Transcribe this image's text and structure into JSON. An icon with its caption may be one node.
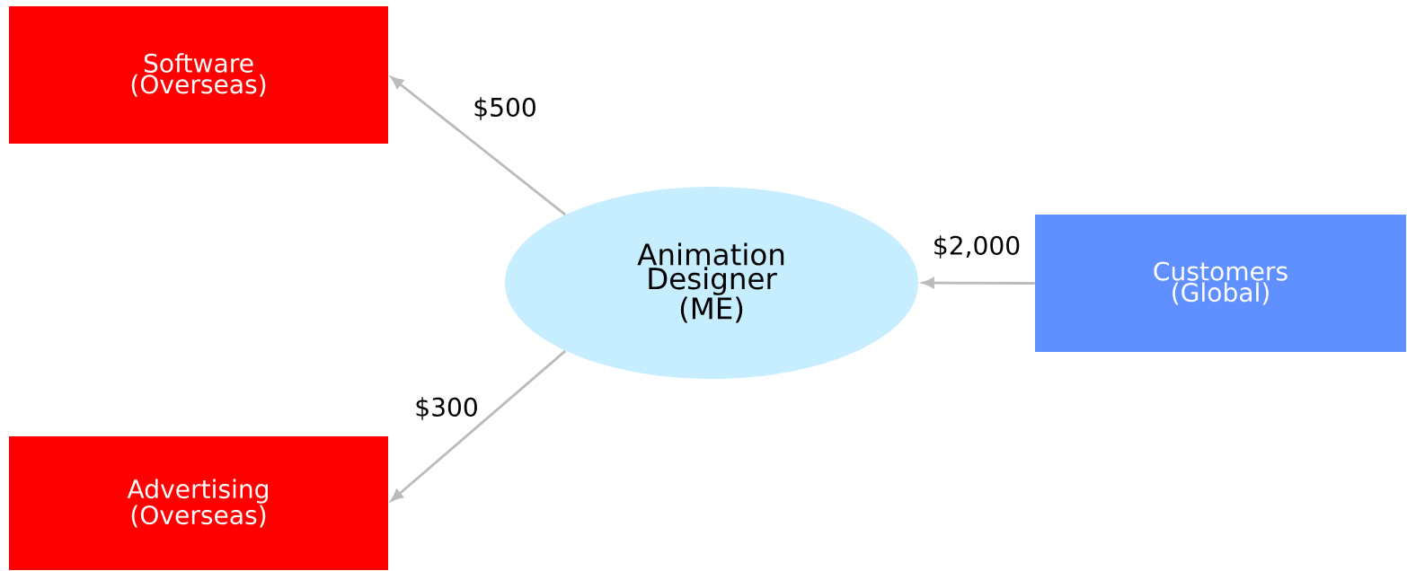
{
  "diagram": {
    "nodes": [
      {
        "text": [
          "Software (Overseas)"
        ]
      },
      {
        "text": [
          "Animation Designer (ME)"
        ]
      },
      {
        "text": [
          "Customers (Global)"
        ]
      },
      {
        "text": [
          "Advertising (Overseas)"
        ]
      }
    ],
    "edges": [
      {
        "from": 1,
        "to": 0,
        "arrow": "to",
        "label": "$500"
      },
      {
        "from": 2,
        "to": 1,
        "arrow": "to",
        "label": "$2,000"
      },
      {
        "from": 1,
        "to": 3,
        "arrow": "to",
        "label": "$300"
      }
    ]
  }
}
